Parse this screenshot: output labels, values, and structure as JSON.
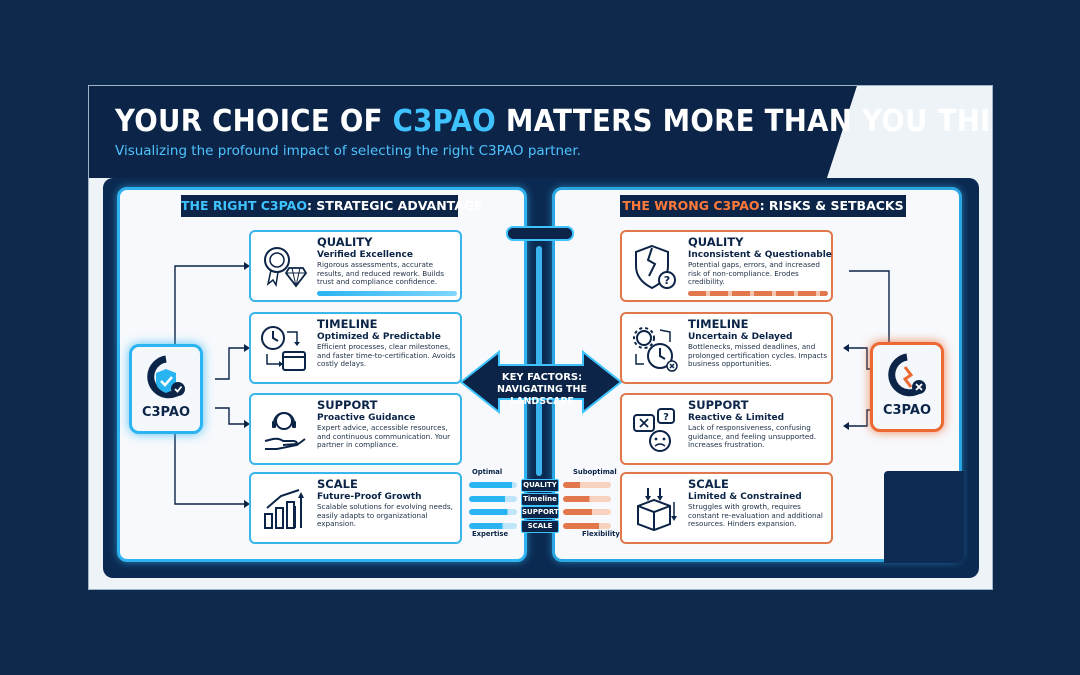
{
  "header": {
    "title_pre": "YOUR CHOICE OF ",
    "title_highlight": "C3PAO",
    "title_post": " MATTERS MORE THAN YOU THINK.",
    "subtitle": "Visualizing the profound impact of selecting the right C3PAO partner."
  },
  "left_panel": {
    "heading_highlight": "THE RIGHT C3PAO",
    "heading_rest": ": STRATEGIC ADVANTAGE",
    "badge_label": "C3PAO",
    "cards": [
      {
        "title": "QUALITY",
        "subtitle": "Verified Excellence",
        "description": "Rigorous assessments, accurate results, and reduced rework. Builds trust and compliance confidence.",
        "icon": "certificate-diamond-icon"
      },
      {
        "title": "TIMELINE",
        "subtitle": "Optimized & Predictable",
        "description": "Efficient processes, clear milestones, and faster time-to-certification. Avoids costly delays.",
        "icon": "clock-calendar-icon"
      },
      {
        "title": "SUPPORT",
        "subtitle": "Proactive Guidance",
        "description": "Expert advice, accessible resources, and continuous communication. Your partner in compliance.",
        "icon": "headset-hand-icon"
      },
      {
        "title": "SCALE",
        "subtitle": "Future-Proof Growth",
        "description": "Scalable solutions for evolving needs, easily adapts to organizational expansion.",
        "icon": "growth-chart-icon"
      }
    ]
  },
  "right_panel": {
    "heading_highlight": "THE WRONG C3PAO",
    "heading_rest": ": RISKS & SETBACKS",
    "badge_label": "C3PAO",
    "cards": [
      {
        "title": "QUALITY",
        "subtitle": "Inconsistent & Questionable",
        "description": "Potential gaps, errors, and increased risk of non-compliance. Erodes credibility.",
        "icon": "broken-shield-icon"
      },
      {
        "title": "TIMELINE",
        "subtitle": "Uncertain & Delayed",
        "description": "Bottlenecks, missed deadlines, and prolonged certification cycles. Impacts business opportunities.",
        "icon": "gears-clock-icon"
      },
      {
        "title": "SUPPORT",
        "subtitle": "Reactive & Limited",
        "description": "Lack of responsiveness, confusing guidance, and feeling unsupported. Increases frustration.",
        "icon": "chat-confused-icon"
      },
      {
        "title": "SCALE",
        "subtitle": "Limited & Constrained",
        "description": "Struggles with growth, requires constant re-evaluation and additional resources. Hinders expansion.",
        "icon": "box-down-icon"
      }
    ]
  },
  "key_factors": {
    "line1": "KEY FACTORS:",
    "line2": "NAVIGATING THE LANDSCAPE"
  },
  "comparison": {
    "label_optimal": "Optimal",
    "label_suboptimal": "Suboptimal",
    "label_expertise": "Expertise",
    "label_flexibility": "Flexibility",
    "factors": [
      "QUALITY",
      "Timeline",
      "SUPPORT",
      "SCALE"
    ],
    "left_fill": [
      0.9,
      0.75,
      0.8,
      0.7
    ],
    "right_fill": [
      0.35,
      0.55,
      0.6,
      0.75
    ]
  },
  "colors": {
    "navy": "#0b2447",
    "accent_blue": "#3ec3ff",
    "accent_orange": "#ec6a31",
    "background": "#0d2a4d"
  }
}
